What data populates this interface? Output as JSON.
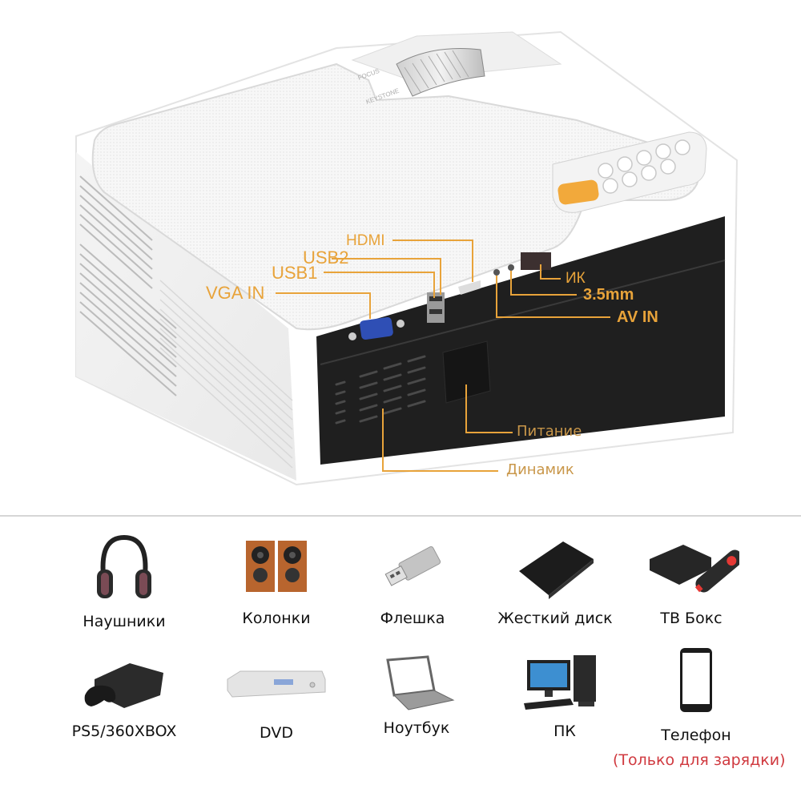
{
  "product": {
    "name": "projector",
    "top_labels": {
      "focus": "FOCUS",
      "keystone": "KEYSTONE"
    },
    "accent_color": "#e8a33a",
    "button_accent": "#f2a93b"
  },
  "ports": {
    "hdmi": "HDMI",
    "usb2": "USB2",
    "usb1": "USB1",
    "vga_in": "VGA IN",
    "ir": "ИК",
    "audio": "3.5mm",
    "av_in": "AV IN"
  },
  "parts": {
    "power": "Питание",
    "speaker": "Динамик"
  },
  "devices": {
    "row1": [
      {
        "icon": "headphones-icon",
        "label": "Наушники"
      },
      {
        "icon": "speakers-icon",
        "label": "Колонки"
      },
      {
        "icon": "usb-flash-icon",
        "label": "Флешка"
      },
      {
        "icon": "hard-drive-icon",
        "label": "Жесткий диск"
      },
      {
        "icon": "tv-box-icon",
        "label": "ТВ Бокс"
      }
    ],
    "row2": [
      {
        "icon": "game-console-icon",
        "label": "PS5/360XBOX"
      },
      {
        "icon": "dvd-player-icon",
        "label": "DVD"
      },
      {
        "icon": "laptop-icon",
        "label": "Ноутбук"
      },
      {
        "icon": "desktop-pc-icon",
        "label": "ПК"
      },
      {
        "icon": "smartphone-icon",
        "label": "Телефон"
      }
    ],
    "phone_note": "(Только для зарядки)"
  }
}
